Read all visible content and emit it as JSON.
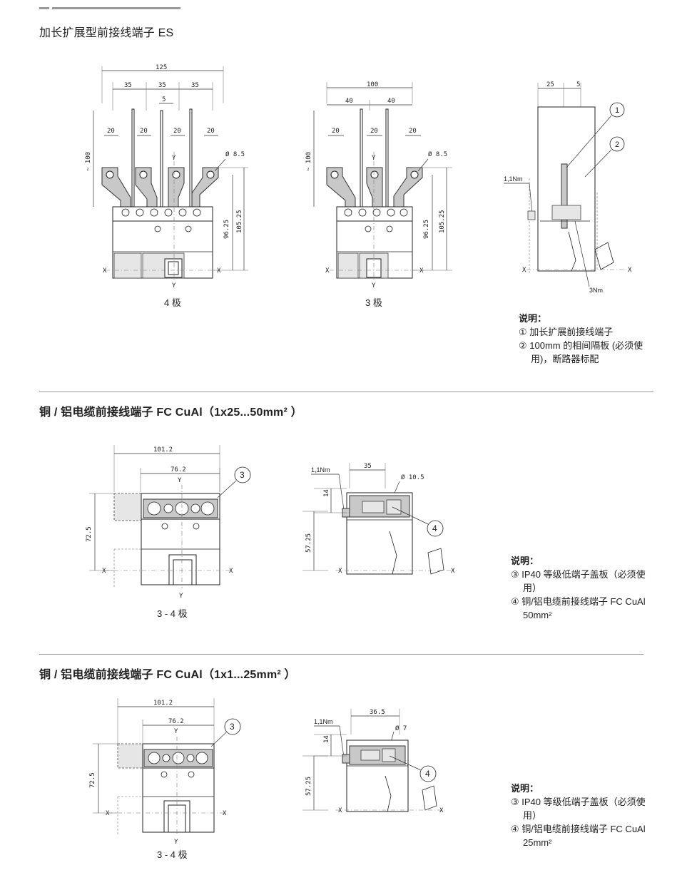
{
  "sections": [
    {
      "title": "加长扩展型前接线端子 ES",
      "views": [
        {
          "caption": "4 极"
        },
        {
          "caption": "3 极"
        }
      ],
      "legend": {
        "heading": "说明：",
        "items": [
          "① 加长扩展前接线端子",
          "② 100mm 的相间隔板 (必须使用)，断路器标配"
        ]
      }
    },
    {
      "title": "铜 / 铝电缆前接线端子 FC CuAl（1x25...50mm² ）",
      "views": [
        {
          "caption": "3 - 4 极"
        }
      ],
      "legend": {
        "heading": "说明：",
        "items": [
          "③ IP40 等级低端子盖板（必须使用）",
          "④ 铜/铝电缆前接线端子 FC CuAl 50mm²"
        ]
      }
    },
    {
      "title": "铜 / 铝电缆前接线端子 FC CuAl（1x1...25mm² ）",
      "views": [
        {
          "caption": "3 - 4 极"
        }
      ],
      "legend": {
        "heading": "说明：",
        "items": [
          "③ IP40 等级低端子盖板（必须使用）",
          "④ 铜/铝电缆前接线端子 FC CuAl 25mm²"
        ]
      }
    }
  ],
  "drawing_labels": {
    "d125": "125",
    "d35": "35",
    "d5": "5",
    "d20": "20",
    "d100": "100",
    "d40": "40",
    "dia85": "Ø 8.5",
    "d9625": "96.25",
    "d10525": "105.25",
    "approx100": "~ 100",
    "d25": "25",
    "nm11": "1,1Nm",
    "nm3": "3Nm",
    "d1012": "101.2",
    "d762": "76.2",
    "d725": "72.5",
    "d5725": "57.25",
    "d14": "14",
    "dia105": "Ø 10.5",
    "d365": "36.5",
    "dia7": "Ø 7",
    "x": "X",
    "y": "Y",
    "c1": "1",
    "c2": "2",
    "c3": "3",
    "c4": "4"
  }
}
